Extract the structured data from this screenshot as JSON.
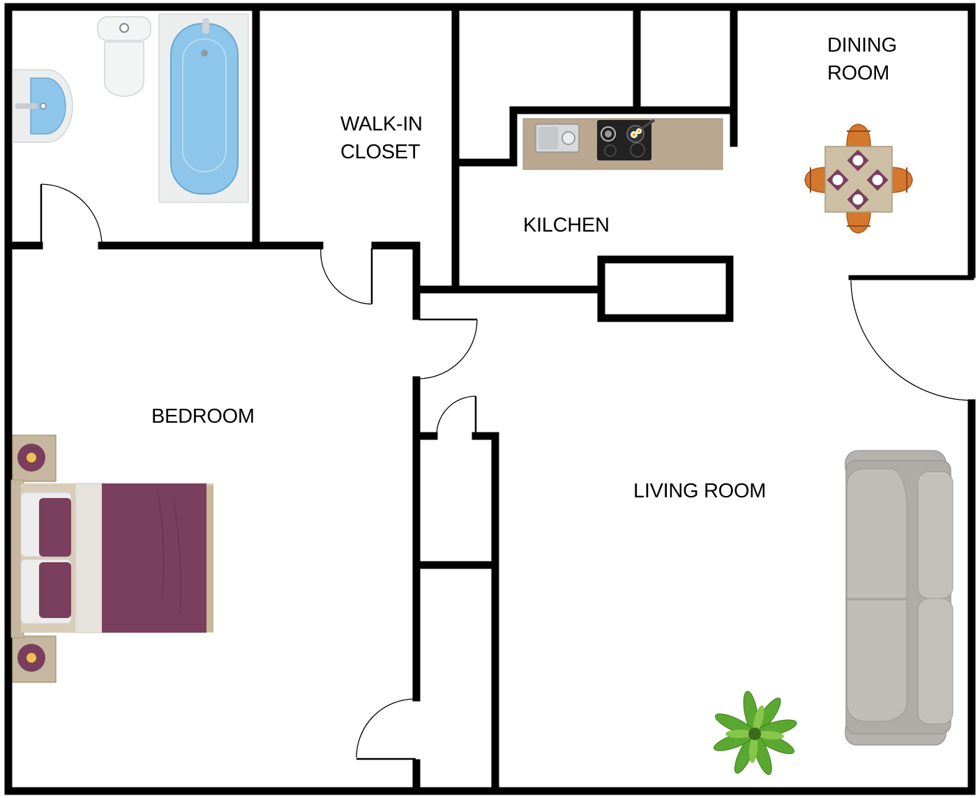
{
  "floor_plan": {
    "rooms": {
      "walk_in_closet": {
        "line1": "WALK-IN",
        "line2": "CLOSET"
      },
      "dining_room": {
        "line1": "DINING",
        "line2": "ROOM"
      },
      "kitchen": "KILCHEN",
      "bedroom": "BEDROOM",
      "living_room": "LIVING ROOM"
    },
    "colors": {
      "wall": "#000000",
      "bedspread": "#7a3f5c",
      "bathtub_water": "#8ec5ea",
      "sofa": "#b5b3ae",
      "countertop": "#b9a78f",
      "table": "#cdbfa4",
      "chair": "#d4782e",
      "plant": "#4f9a2c"
    },
    "furniture": [
      "toilet-icon",
      "bathtub-icon",
      "sink-icon",
      "kitchen-sink-icon",
      "cooktop-icon",
      "dining-table-icon",
      "bed-icon",
      "nightstand-icon",
      "sofa-icon",
      "plant-icon"
    ]
  }
}
